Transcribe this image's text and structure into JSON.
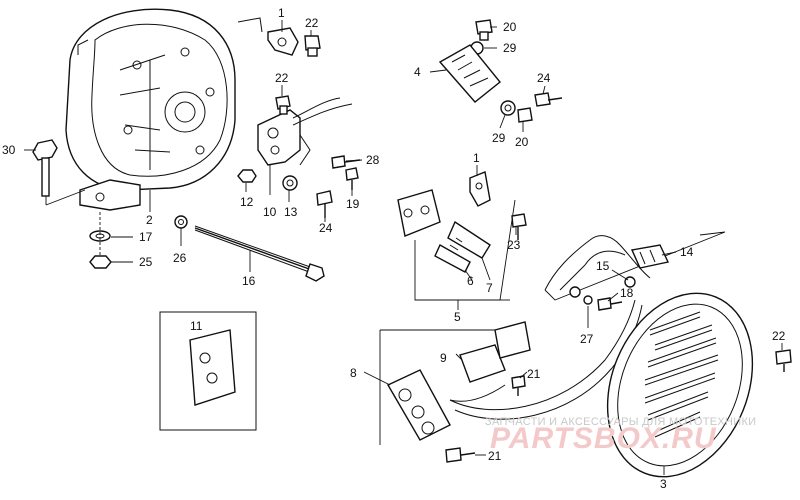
{
  "labels": {
    "l1a": "1",
    "l22a": "22",
    "l20a": "20",
    "l29a": "29",
    "l4": "4",
    "l24a": "24",
    "l30": "30",
    "l22b": "22",
    "l29b": "29",
    "l20b": "20",
    "l12": "12",
    "l10": "10",
    "l13": "13",
    "l28": "28",
    "l19": "19",
    "l24b": "24",
    "l2": "2",
    "l17": "17",
    "l25": "25",
    "l26": "26",
    "l16": "16",
    "l1b": "1",
    "l23": "23",
    "l6": "6",
    "l7": "7",
    "l5": "5",
    "l14": "14",
    "l15": "15",
    "l18": "18",
    "l27": "27",
    "l11": "11",
    "l9": "9",
    "l8": "8",
    "l21a": "21",
    "l21b": "21",
    "l3": "3",
    "l22c": "22"
  },
  "watermark": {
    "tagline": "ЗАПЧАСТИ И АКСЕССУАРЫ ДЛЯ МОТОТЕХНИКИ",
    "brand": "PARTSBOX.RU"
  }
}
